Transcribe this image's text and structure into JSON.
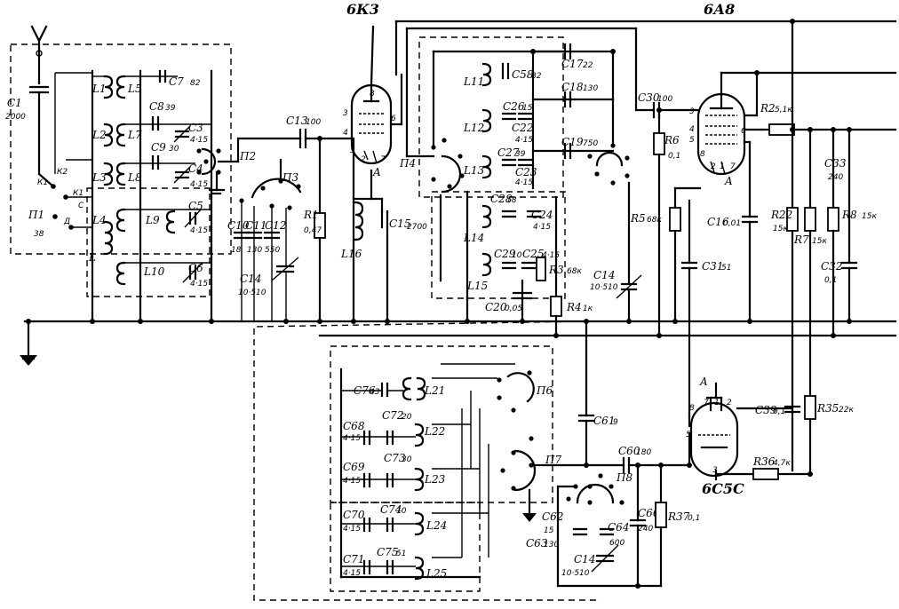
{
  "tubes": {
    "mixer": "6К3",
    "converter": "6А8",
    "oscillator": "6С5С"
  },
  "input": {
    "antenna_cap": {
      "name": "C1",
      "value": "2000"
    },
    "switch": "П1",
    "taps": [
      "К1",
      "К2",
      "К1",
      "С",
      "Д",
      "38"
    ]
  },
  "input_coils": [
    {
      "primary": "L1",
      "secondary": "L5",
      "cap": "C7",
      "cap_value": "82"
    },
    {
      "primary": "L2",
      "secondary": "L7",
      "cap": "C8",
      "cap_value": "39"
    },
    {
      "primary": "L3",
      "secondary": "L8",
      "cap": "C9",
      "cap_value": "30"
    },
    {
      "primary": "L4",
      "secondary": "L9",
      "cap": "C5",
      "cap_value": "4·15"
    },
    {
      "primary": "L",
      "secondary": "L10",
      "cap": "C6",
      "cap_value": "4·15"
    }
  ],
  "trimmers_in": [
    {
      "name": "C3",
      "value": "4·15"
    },
    {
      "name": "C4",
      "value": "4·15"
    }
  ],
  "grid_network": {
    "switch2": "П2",
    "switch3": "П3",
    "coupling": {
      "name": "C13",
      "value": "100"
    },
    "caps": [
      {
        "name": "C10",
        "value": "18"
      },
      {
        "name": "C11",
        "value": "130"
      },
      {
        "name": "C12",
        "value": "550"
      }
    ],
    "variable": {
      "name": "C14",
      "value": "10·510"
    },
    "grid_res": {
      "name": "R1",
      "value": "0,47"
    }
  },
  "mixer_stage": {
    "plate_label": "A",
    "pins": [
      "3",
      "4",
      "5",
      "2",
      "7",
      "8",
      "6"
    ],
    "choke": {
      "name": "L16"
    },
    "cap": {
      "name": "C15",
      "value": "2700"
    }
  },
  "if_band": {
    "switch": "П4",
    "coils": [
      "L11",
      "L12",
      "L13",
      "L14",
      "L15"
    ],
    "series_caps": [
      {
        "name": "C17",
        "value": "22"
      },
      {
        "name": "C18",
        "value": "130"
      },
      {
        "name": "C19",
        "value": "750"
      }
    ],
    "shunt_caps": [
      {
        "name": "C58",
        "value": "82"
      },
      {
        "name": "C26",
        "value": "15"
      },
      {
        "name": "C22",
        "value": "4·15"
      },
      {
        "name": "C27",
        "value": "39"
      },
      {
        "name": "C23",
        "value": "4·15"
      },
      {
        "name": "C28",
        "value": "18"
      },
      {
        "name": "C24",
        "value": "4·15"
      },
      {
        "name": "C29",
        "value": "10"
      },
      {
        "name": "C25",
        "value": "4·15"
      }
    ],
    "res": {
      "name": "R3",
      "value": "68к"
    },
    "variable": {
      "name": "C14",
      "value": "10·510"
    },
    "bypass": {
      "name": "C20",
      "value": "0,05"
    },
    "res2": {
      "name": "R4",
      "value": "1к"
    }
  },
  "converter_stage": {
    "coupling": {
      "name": "C30",
      "value": "100"
    },
    "pins": [
      "3",
      "4",
      "5",
      "6",
      "8",
      "2",
      "1",
      "7"
    ],
    "plate_label": "A",
    "resistors": [
      {
        "name": "R6",
        "value": "0,1"
      },
      {
        "name": "R5",
        "value": "68к"
      },
      {
        "name": "R2",
        "value": "5,1к"
      },
      {
        "name": "R22",
        "value": "15к"
      },
      {
        "name": "R7",
        "value": "15к"
      },
      {
        "name": "R8",
        "value": "15к"
      }
    ],
    "caps": [
      {
        "name": "C16",
        "value": "0,01"
      },
      {
        "name": "C31",
        "value": "51"
      },
      {
        "name": "C33",
        "value": "240"
      },
      {
        "name": "C32",
        "value": "0,1"
      }
    ]
  },
  "oscillator_stage": {
    "switches": [
      "П6",
      "П7",
      "П8"
    ],
    "coils": [
      "L21",
      "L22",
      "L23",
      "L24",
      "L25"
    ],
    "caps": [
      {
        "name": "C76",
        "value": "43"
      },
      {
        "name": "C68",
        "value": "4·15"
      },
      {
        "name": "C72",
        "value": "20"
      },
      {
        "name": "C69",
        "value": "4·15"
      },
      {
        "name": "C73",
        "value": "30"
      },
      {
        "name": "C70",
        "value": "4·15"
      },
      {
        "name": "C74",
        "value": "10"
      },
      {
        "name": "C71",
        "value": "4·15"
      },
      {
        "name": "C75",
        "value": "51"
      }
    ],
    "coupling": [
      {
        "name": "C61",
        "value": "9"
      },
      {
        "name": "C60",
        "value": "180"
      }
    ],
    "pad_caps": [
      {
        "name": "C62",
        "value": "15"
      },
      {
        "name": "C63",
        "value": "130"
      },
      {
        "name": "C64",
        "value": "600"
      },
      {
        "name": "C66",
        "value": "240"
      }
    ],
    "variable": {
      "name": "C14",
      "value": "10·510"
    },
    "grid_res": {
      "name": "R37",
      "value": "0,1"
    },
    "plate_label": "A",
    "pins": [
      "8",
      "7",
      "1",
      "2",
      "5",
      "3"
    ],
    "cathode": [
      {
        "name": "R35",
        "value": "22к"
      },
      {
        "name": "R36",
        "value": "4,7к"
      },
      {
        "name": "C39",
        "value": "0,1"
      }
    ]
  }
}
